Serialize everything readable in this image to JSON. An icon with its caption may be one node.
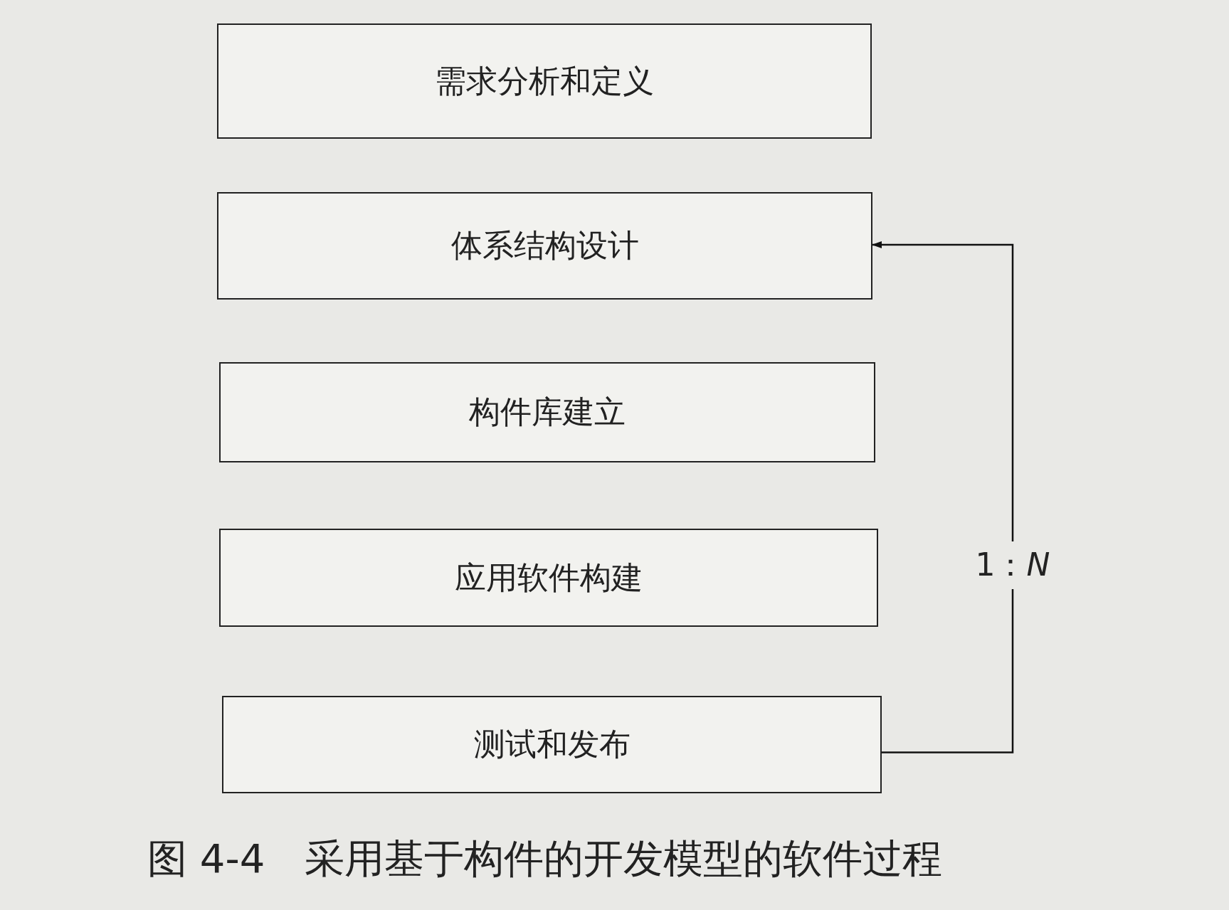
{
  "diagram": {
    "caption": "图 4-4　采用基于构件的开发模型的软件过程",
    "nodes": [
      {
        "text": [
          "需求分析和定义"
        ]
      },
      {
        "text": [
          "体系结构设计"
        ]
      },
      {
        "text": [
          "构件库建立"
        ]
      },
      {
        "text": [
          "应用软件构建"
        ]
      },
      {
        "text": [
          "测试和发布"
        ]
      }
    ],
    "edges": [
      {
        "from": 4,
        "to": 1,
        "arrow": "to",
        "label": "1：*N*"
      }
    ]
  }
}
